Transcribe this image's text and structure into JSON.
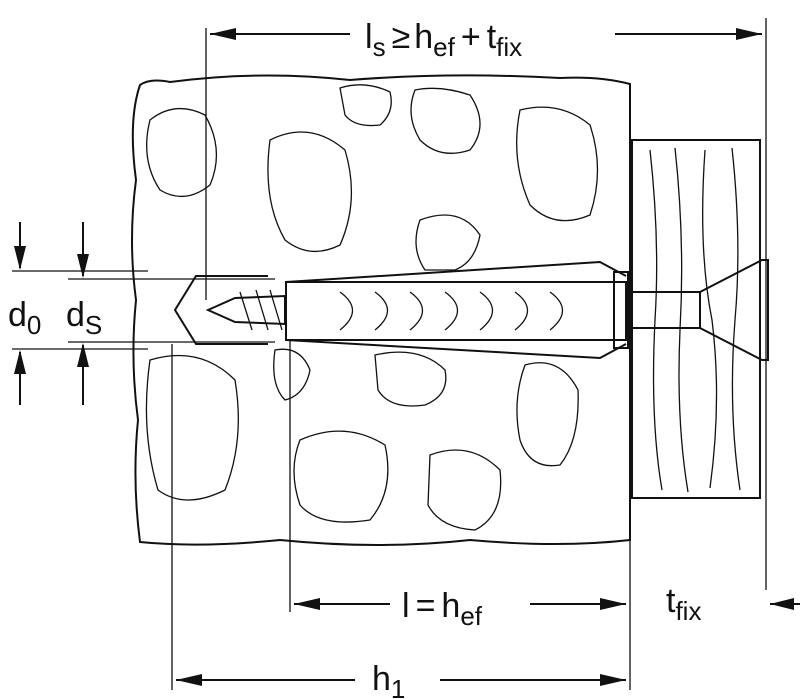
{
  "labels": {
    "ls": {
      "main": "l",
      "main_sub": "s",
      "op1": "≥",
      "h": "h",
      "h_sub": "ef",
      "op2": "+",
      "t": "t",
      "t_sub": "fix"
    },
    "l_hef": {
      "main": "l",
      "op": "=",
      "h": "h",
      "h_sub": "ef"
    },
    "tfix": {
      "main": "t",
      "sub": "fix"
    },
    "h1": {
      "main": "h",
      "sub": "1"
    },
    "d0": {
      "main": "d",
      "sub": "0"
    },
    "ds": {
      "main": "d",
      "sub": "S"
    }
  },
  "colors": {
    "line": "#111111",
    "background": "#ffffff",
    "material": "#ffffff",
    "fixture_fill": "#ffffff"
  }
}
